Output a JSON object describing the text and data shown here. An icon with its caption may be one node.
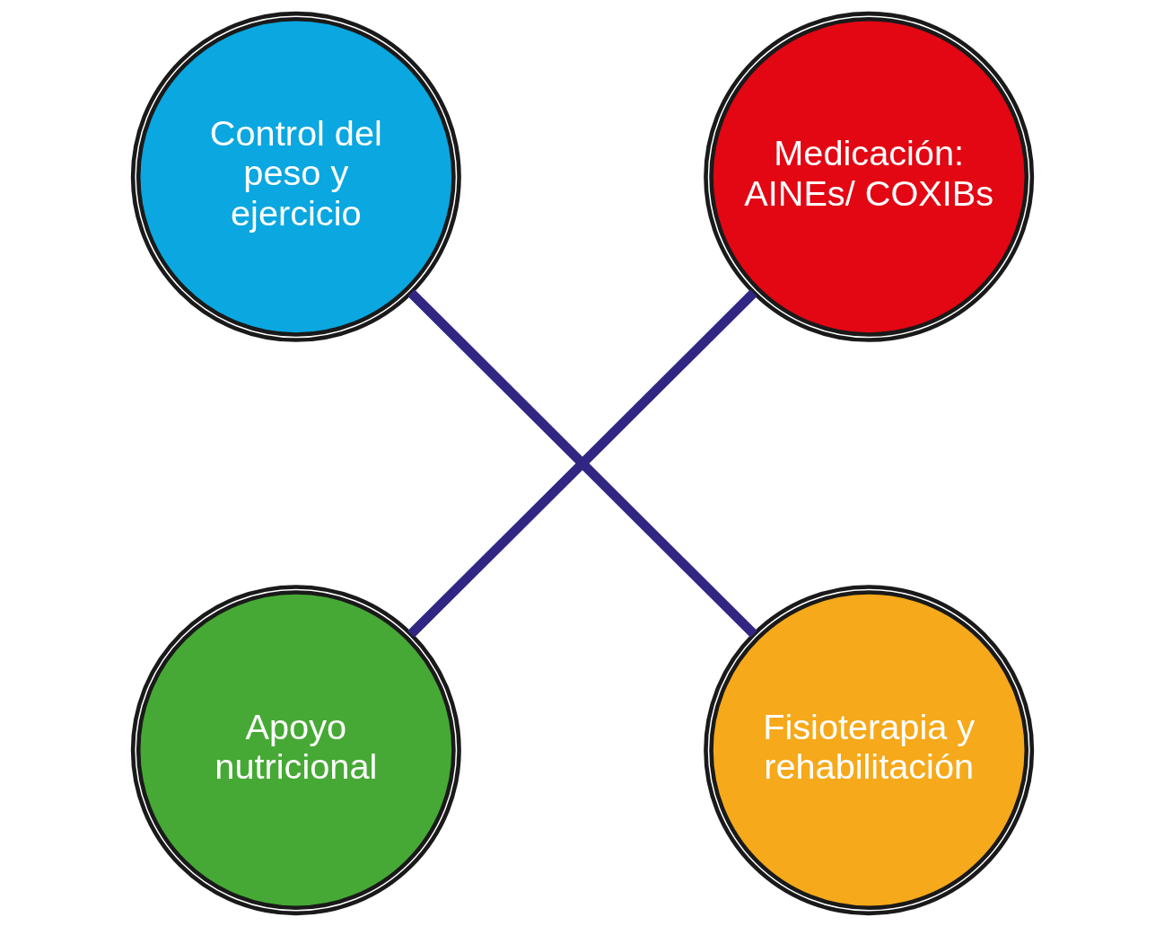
{
  "diagram": {
    "nodes": [
      {
        "text": [
          "Control del peso y ejercicio"
        ]
      },
      {
        "text": [
          "Medicación: AINEs/ COXIBs"
        ]
      },
      {
        "text": [
          "Apoyo nutricional"
        ]
      },
      {
        "text": [
          "Fisioterapia y rehabilitación"
        ]
      }
    ],
    "edges": [
      {
        "from": 0,
        "to": 3,
        "arrow": "none"
      },
      {
        "from": 1,
        "to": 2,
        "arrow": "none"
      }
    ]
  }
}
